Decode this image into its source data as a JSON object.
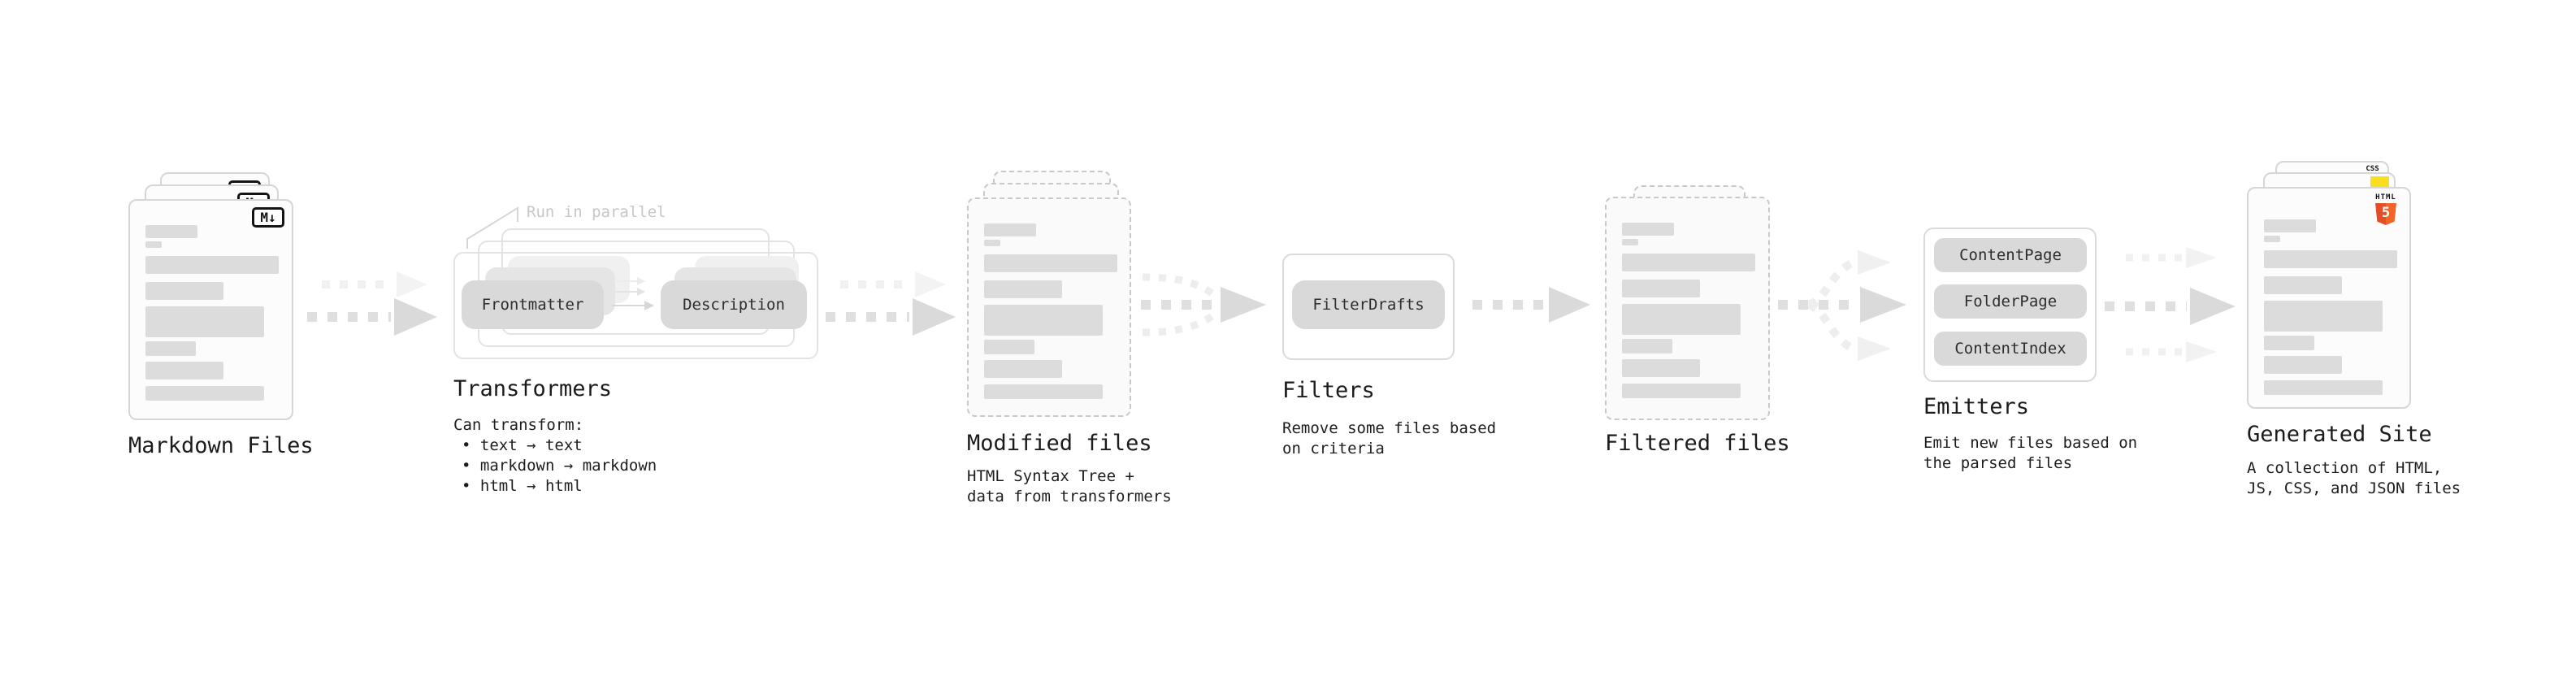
{
  "stages": {
    "markdown": {
      "title": "Markdown Files",
      "badge": "M↓"
    },
    "transformers": {
      "title": "Transformers",
      "note": "Run in parallel",
      "pill_left": "Frontmatter",
      "pill_right": "Description",
      "desc_heading": "Can transform:",
      "bullets": [
        "• text → text",
        "• markdown → markdown",
        "• html → html"
      ]
    },
    "modified": {
      "title": "Modified files",
      "desc_lines": [
        "HTML Syntax Tree +",
        "data from transformers"
      ]
    },
    "filters": {
      "title": "Filters",
      "pill": "FilterDrafts",
      "desc_lines": [
        "Remove some files based",
        "on criteria"
      ]
    },
    "filtered": {
      "title": "Filtered files"
    },
    "emitters": {
      "title": "Emitters",
      "pills": [
        "ContentPage",
        "FolderPage",
        "ContentIndex"
      ],
      "desc_lines": [
        "Emit new files based on",
        "the parsed files"
      ]
    },
    "generated": {
      "title": "Generated Site",
      "html_badge_label": "HTML",
      "html_badge_number": "5",
      "css_badge_label": "CSS",
      "desc_lines": [
        "A collection of HTML,",
        "JS, CSS, and JSON files"
      ]
    }
  },
  "colors": {
    "html5_orange_dark": "#e44d26",
    "html5_orange_light": "#f16529",
    "js_yellow": "#f7df1e",
    "css_blue": "#2965f1",
    "pill_gray": "#d9d9d9",
    "arrow_gray": "#dfdfdf",
    "arrow_head_gray": "#dadada",
    "arrow_ghost_gray": "#f1f1f1",
    "skeleton_gray": "#dcdcdc",
    "note_gray": "#c7c7c7"
  }
}
